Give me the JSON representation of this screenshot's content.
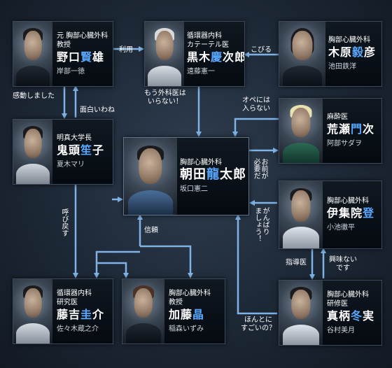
{
  "characters": [
    {
      "id": "noguchi",
      "role": "元 胸部心臓外科\n教授",
      "name_parts": [
        "野口",
        "賢",
        "雄"
      ],
      "actor": "岸部一徳"
    },
    {
      "id": "kuroki",
      "role": "循環器内科\nカテーテル医",
      "name_parts": [
        "黒木",
        "慶",
        "次郎"
      ],
      "actor": "遠藤憲一"
    },
    {
      "id": "kihara",
      "role": "胸部心臓外科",
      "name_parts": [
        "木原",
        "毅",
        "彦"
      ],
      "actor": "池田鉄洋"
    },
    {
      "id": "kito",
      "role": "明真大学長",
      "name_parts": [
        "鬼頭",
        "笙",
        "子"
      ],
      "actor": "夏木マリ"
    },
    {
      "id": "asada",
      "role": "胸部心臓外科",
      "name_parts": [
        "朝田",
        "龍",
        "太郎"
      ],
      "actor": "坂口憲二"
    },
    {
      "id": "arase",
      "role": "麻酔医",
      "name_parts": [
        "荒瀬",
        "門",
        "次"
      ],
      "actor": "阿部サダヲ"
    },
    {
      "id": "ijuin",
      "role": "胸部心臓外科",
      "name_parts": [
        "伊集院",
        "登",
        ""
      ],
      "actor": "小池徹平"
    },
    {
      "id": "fujiyoshi",
      "role": "循環器内科\n研究医",
      "name_parts": [
        "藤吉",
        "圭",
        "介"
      ],
      "actor": "佐々木蔵之介"
    },
    {
      "id": "kato",
      "role": "胸部心臓外科\n教授",
      "name_parts": [
        "加藤",
        "晶",
        ""
      ],
      "actor": "稲森いずみ"
    },
    {
      "id": "megara",
      "role": "胸部心臓外科\n研修医",
      "name_parts": [
        "真柄",
        "冬",
        "実"
      ],
      "actor": "谷村美月"
    }
  ],
  "relations": {
    "riyou": "利用",
    "kobiru": "こびる",
    "kandou": "感動しました",
    "omoshiroi": "面白いわね",
    "mou_gekai": "もう外科医は\nいらない！",
    "ope_hairanai": "オペには\n入らない",
    "omae_hitsuyou": "お前が\n必要だ",
    "ganbari": "がんばり\nましょう！",
    "yobimodosu": "呼び戻す",
    "shinrai": "信頼",
    "shidoui": "指導医",
    "kyoumi_nai": "興味ない\nです",
    "hontoni": "ほんとに\nすごいの？"
  },
  "colors": {
    "arrow": "#7fb2e6",
    "name_highlight": "#58a8ff"
  }
}
